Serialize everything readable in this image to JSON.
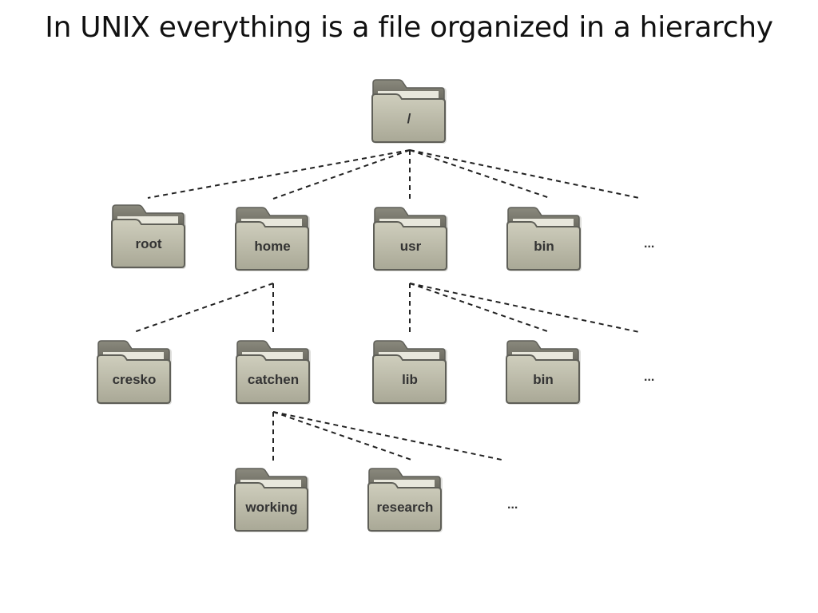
{
  "title": "In UNIX everything is a file organized in a hierarchy",
  "tree": {
    "root_dir": {
      "label": "/"
    },
    "level1": [
      {
        "label": "root"
      },
      {
        "label": "home"
      },
      {
        "label": "usr"
      },
      {
        "label": "bin"
      },
      {
        "label": "..."
      }
    ],
    "home_children": [
      {
        "label": "cresko"
      },
      {
        "label": "catchen"
      }
    ],
    "usr_children": [
      {
        "label": "lib"
      },
      {
        "label": "bin"
      },
      {
        "label": "..."
      }
    ],
    "catchen_children": [
      {
        "label": "working"
      },
      {
        "label": "research"
      },
      {
        "label": "..."
      }
    ]
  },
  "colors": {
    "folder_body": "#bdbcaa",
    "folder_tab": "#6e6d62",
    "folder_outline": "#5f5f58",
    "edge": "#222222"
  },
  "icon": "folder-icon"
}
